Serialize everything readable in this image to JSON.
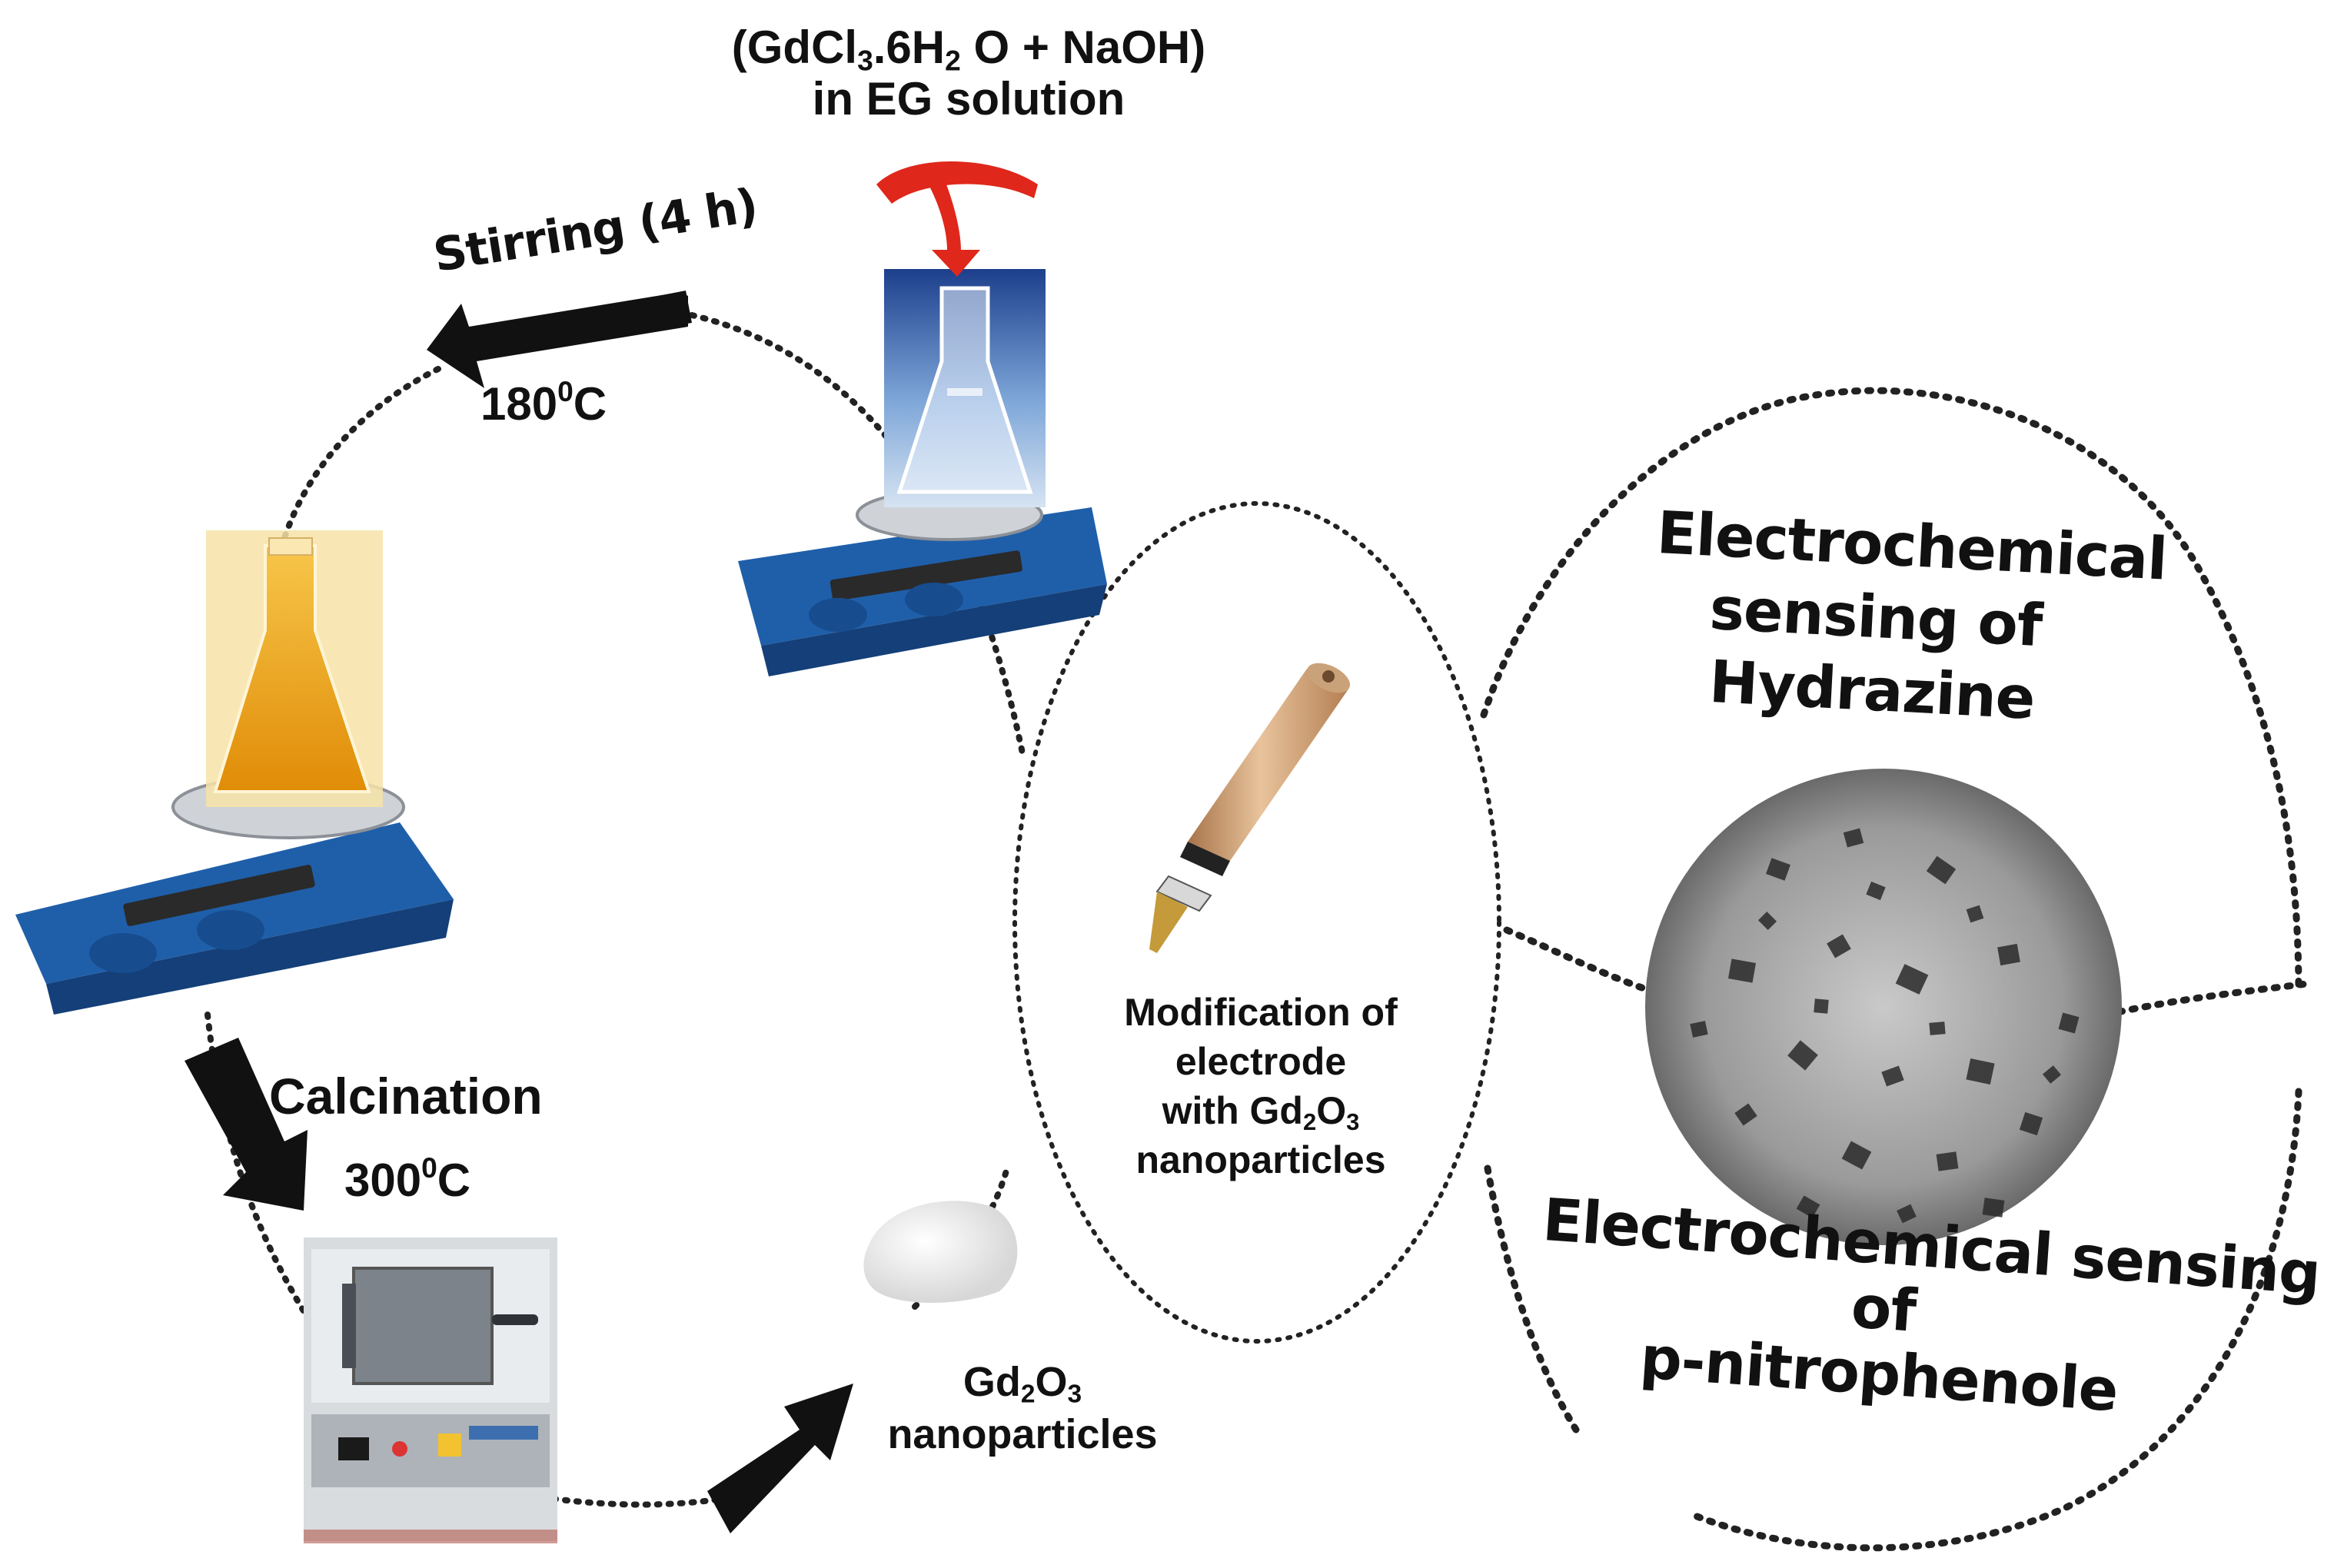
{
  "reactants": {
    "line1_pre": "(GdCl",
    "line1_sub_a": "3",
    "line1_mid": ".6H",
    "line1_sub_b": "2",
    "line1_post": "O + NaOH)",
    "line2": "in EG solution"
  },
  "step_stirring": {
    "label": "Stirring (4 h)",
    "temp_value": "180",
    "temp_sup": "0",
    "temp_unit": "C"
  },
  "step_calcination": {
    "label": "Calcination",
    "temp_value": "300",
    "temp_sup": "0",
    "temp_unit": "C"
  },
  "product": {
    "formula_pre": "Gd",
    "formula_sub_a": "2",
    "formula_mid": "O",
    "formula_sub_b": "3",
    "line2": "nanoparticles"
  },
  "electrode": {
    "line1": "Modification of",
    "line2": "electrode",
    "line3_pre": "with Gd",
    "line3_sub_a": "2",
    "line3_mid": "O",
    "line3_sub_b": "3",
    "line4": "nanoparticles"
  },
  "sensing_hydrazine": {
    "line1": "Electrochemical",
    "line2": "sensing of",
    "line3": "Hydrazine"
  },
  "sensing_pnp": {
    "line1": "Electrochemical sensing",
    "line2": "of",
    "line3": "p-nitrophenole"
  },
  "colors": {
    "hotplate_blue": "#1f5faa",
    "solution_amber": "#f2a50c",
    "red_arrow": "#e0271b",
    "electrode_tan": "#d9a87a",
    "furnace_gray": "#8b9097"
  }
}
